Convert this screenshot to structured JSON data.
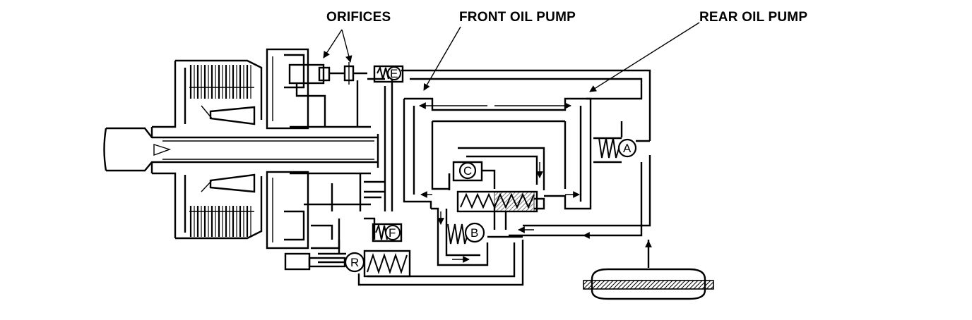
{
  "labels": {
    "orifices": "ORIFICES",
    "front_oil_pump": "FRONT OIL PUMP",
    "rear_oil_pump": "REAR OIL PUMP"
  },
  "valves": {
    "a": "A",
    "b": "B",
    "c": "C",
    "e": "E",
    "f": "F",
    "r": "R"
  },
  "colors": {
    "ink": "#000000",
    "paper": "#ffffff"
  }
}
